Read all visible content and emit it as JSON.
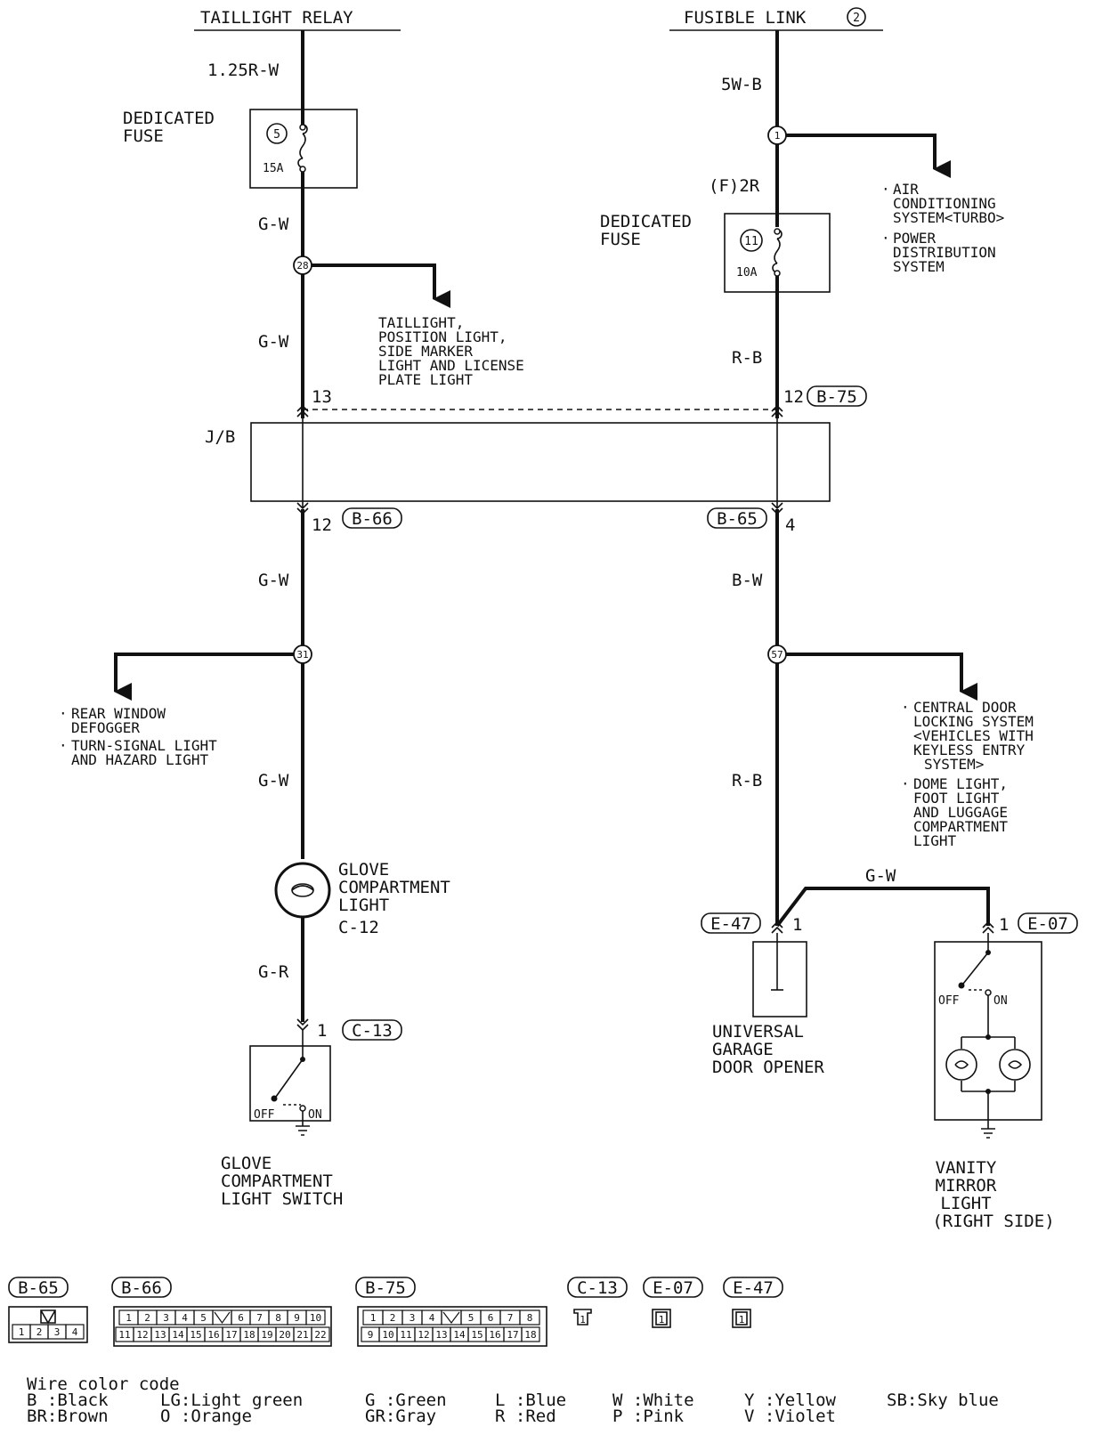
{
  "sources": {
    "taillight_relay": "TAILLIGHT RELAY",
    "fusible_link": "FUSIBLE LINK",
    "fusible_link_num": "2"
  },
  "left": {
    "wire_top": "1.25R-W",
    "fuse_label_1": "DEDICATED",
    "fuse_label_2": "FUSE",
    "fuse_num": "5",
    "fuse_amp": "15A",
    "wire_gw_1": "G-W",
    "joint_1": "28",
    "wire_gw_2": "G-W",
    "branch_1": [
      "TAILLIGHT,",
      "POSITION LIGHT,",
      "SIDE MARKER",
      "LIGHT AND LICENSE",
      "PLATE LIGHT"
    ],
    "jb_in_pin": "13",
    "jb_out_pin": "12",
    "jb_out_conn": "B-66",
    "wire_gw_3": "G-W",
    "joint_2": "31",
    "branch_2_a": [
      "REAR WINDOW",
      "DEFOGGER"
    ],
    "branch_2_b": [
      "TURN-SIGNAL LIGHT",
      "AND HAZARD LIGHT"
    ],
    "wire_gw_4": "G-W",
    "light_label": [
      "GLOVE",
      "COMPARTMENT",
      "LIGHT",
      "C-12"
    ],
    "wire_gr": "G-R",
    "switch_pin": "1",
    "switch_conn": "C-13",
    "switch_off": "OFF",
    "switch_on": "ON",
    "switch_label": [
      "GLOVE",
      "COMPARTMENT",
      "LIGHT SWITCH"
    ]
  },
  "jb_label": "J/B",
  "right": {
    "wire_top": "5W-B",
    "joint_1": "1",
    "branch_1_a": [
      "AIR",
      "CONDITIONING",
      "SYSTEM<TURBO>"
    ],
    "branch_1_b": [
      "POWER",
      "DISTRIBUTION",
      "SYSTEM"
    ],
    "wire_f2r": "(F)2R",
    "fuse_label_1": "DEDICATED",
    "fuse_label_2": "FUSE",
    "fuse_num": "11",
    "fuse_amp": "10A",
    "wire_rb_1": "R-B",
    "jb_in_pin": "12",
    "jb_in_conn": "B-75",
    "jb_out_conn": "B-65",
    "jb_out_pin": "4",
    "wire_bw": "B-W",
    "joint_2": "57",
    "branch_2_a": [
      "CENTRAL DOOR",
      "LOCKING SYSTEM",
      "<VEHICLES WITH",
      "KEYLESS ENTRY",
      "SYSTEM>"
    ],
    "branch_2_b": [
      "DOME LIGHT,",
      "FOOT LIGHT",
      "AND LUGGAGE",
      "COMPARTMENT",
      "LIGHT"
    ],
    "wire_rb_2": "R-B",
    "wire_gw": "G-W",
    "opener_conn": "E-47",
    "opener_pin": "1",
    "opener_label": [
      "UNIVERSAL",
      "GARAGE",
      "DOOR OPENER"
    ],
    "mirror_pin": "1",
    "mirror_conn": "E-07",
    "mirror_off": "OFF",
    "mirror_on": "ON",
    "mirror_label": [
      "VANITY",
      "MIRROR",
      "LIGHT",
      "(RIGHT SIDE)"
    ]
  },
  "connectors": {
    "b65": {
      "name": "B-65",
      "pins": [
        "1",
        "2",
        "3",
        "4"
      ]
    },
    "b66": {
      "name": "B-66",
      "row1": [
        "1",
        "2",
        "3",
        "4",
        "5",
        "",
        "6",
        "7",
        "8",
        "9",
        "10"
      ],
      "row2": [
        "11",
        "12",
        "13",
        "14",
        "15",
        "16",
        "17",
        "18",
        "19",
        "20",
        "21",
        "22"
      ]
    },
    "b75": {
      "name": "B-75",
      "row1": [
        "1",
        "2",
        "3",
        "4",
        "",
        "5",
        "6",
        "7",
        "8"
      ],
      "row2": [
        "9",
        "10",
        "11",
        "12",
        "13",
        "14",
        "15",
        "16",
        "17",
        "18"
      ]
    },
    "c13": {
      "name": "C-13",
      "pin": "1"
    },
    "e07": {
      "name": "E-07",
      "pin": "1"
    },
    "e47": {
      "name": "E-47",
      "pin": "1"
    }
  },
  "legend": {
    "title": "Wire color code",
    "entries": [
      [
        "B :Black",
        "BR:Brown"
      ],
      [
        "LG:Light green",
        "O :Orange"
      ],
      [
        "G :Green",
        "GR:Gray"
      ],
      [
        "L :Blue",
        "R :Red"
      ],
      [
        "W :White",
        "P :Pink"
      ],
      [
        "Y :Yellow",
        "V :Violet"
      ],
      [
        "SB:Sky blue",
        ""
      ]
    ]
  }
}
